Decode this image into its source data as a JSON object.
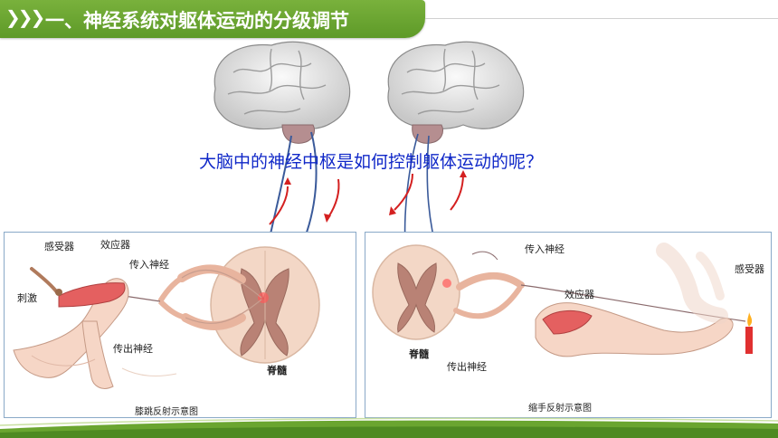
{
  "header": {
    "chevrons": "❯❯❯",
    "title": "一、神经系统对躯体运动的分级调节"
  },
  "question": "大脑中的神经中枢是如何控制躯体运动的呢？",
  "left_panel": {
    "labels": {
      "receptor": "感受器",
      "effector": "效应器",
      "stimulus": "刺激",
      "afferent": "传入神经",
      "efferent": "传出神经",
      "spinal_cord": "脊髓"
    },
    "caption": "膝跳反射示意图"
  },
  "right_panel": {
    "labels": {
      "afferent": "传入神经",
      "effector": "效应器",
      "receptor": "感受器",
      "spinal_cord": "脊髓",
      "efferent": "传出神经"
    },
    "caption": "缩手反射示意图"
  },
  "colors": {
    "title_green": "#6aa530",
    "question_blue": "#1028c8",
    "arrow_red": "#d42020",
    "nerve_blue": "#3a5a9a",
    "panel_border": "#8aa9c8"
  }
}
